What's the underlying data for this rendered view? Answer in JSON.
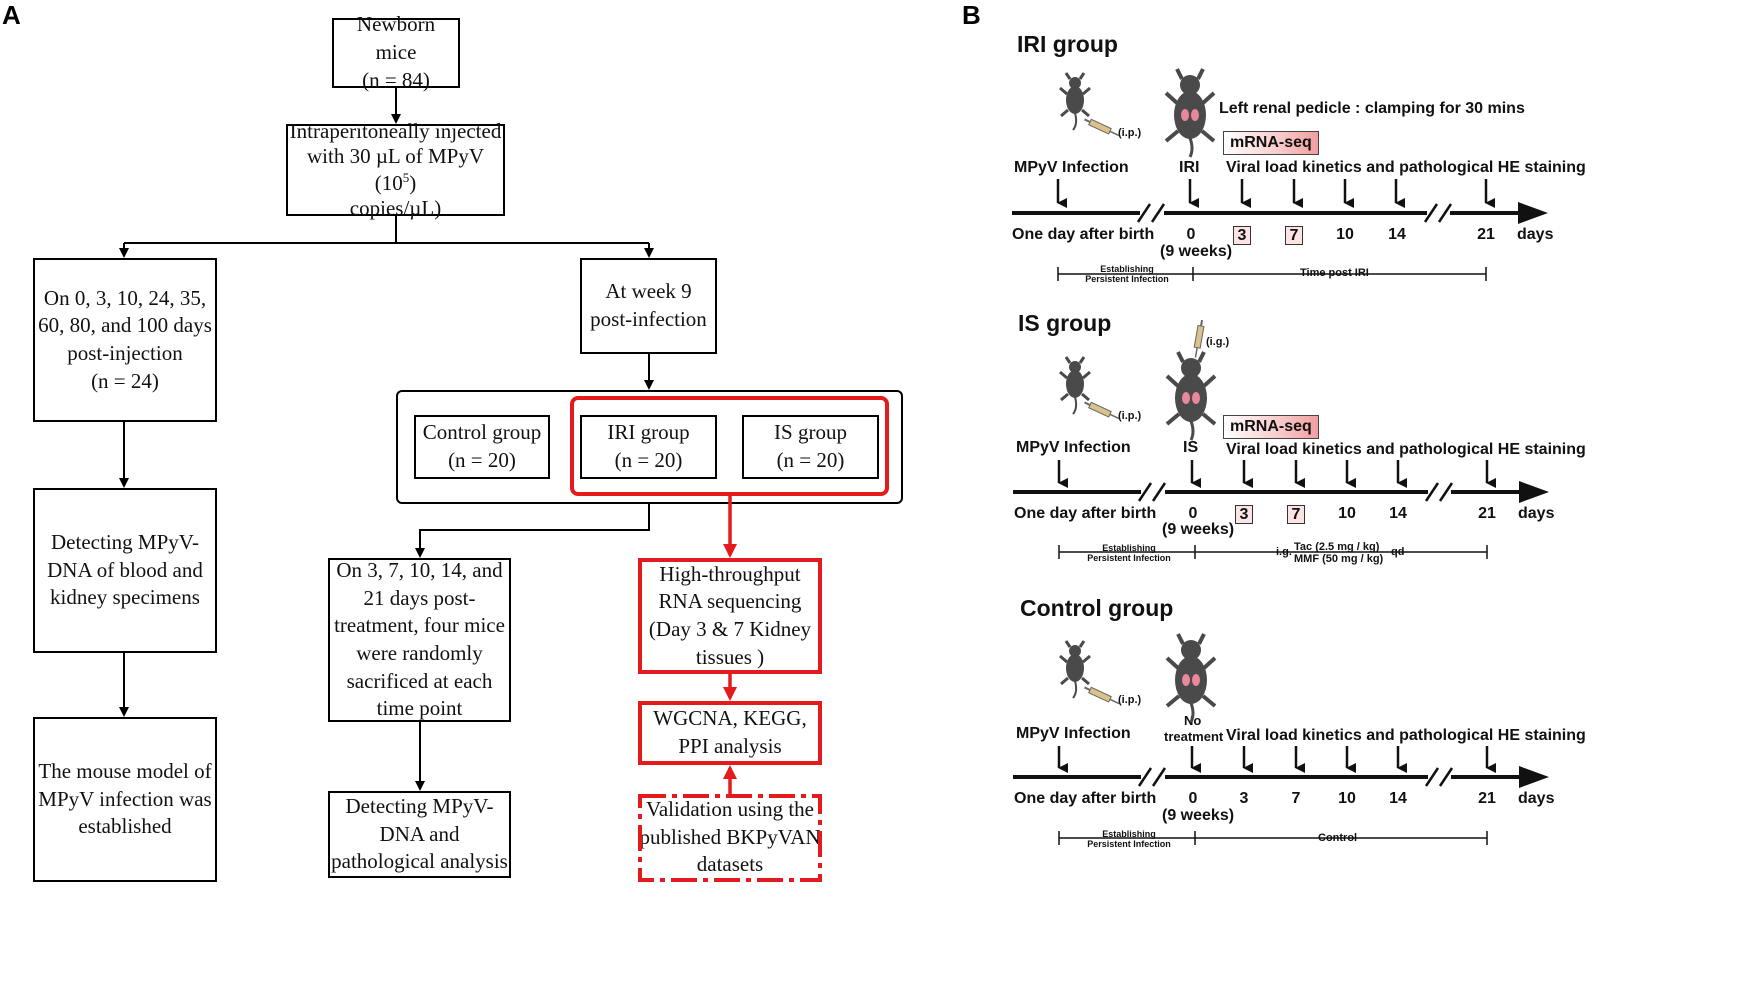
{
  "panel_a": {
    "letter": "A",
    "boxes": {
      "newborn": "Newborn mice\n(n = 84)",
      "injected_line1": "Intraperitoneally injected",
      "injected_line2_pre": "with 30 µL of MPyV (10",
      "injected_line2_sup": "5",
      "injected_line3": "copies/µL)",
      "days_post_injection": "On 0, 3, 10, 24, 35,\n60, 80, and 100 days\npost-injection\n(n = 24)",
      "week9": "At week 9\npost-infection",
      "control_group": "Control group\n(n = 20)",
      "iri_group": "IRI group\n(n = 20)",
      "is_group": "IS group\n(n = 20)",
      "detecting_blood": "Detecting MPyV-\nDNA of blood and\nkidney specimens",
      "model_established": "The mouse model of\nMPyV infection was\nestablished",
      "post_treatment": "On 3, 7, 10, 14, and\n21 days post-\ntreatment, four mice\nwere randomly\nsacrificed at each\ntime point",
      "detecting_path": "Detecting MPyV-\nDNA and\npathological analysis",
      "rna_seq": "High-throughput\nRNA sequencing\n(Day 3 & 7 Kidney\ntissues )",
      "wgcna": "WGCNA, KEGG,\nPPI analysis",
      "validation": "Validation using the\npublished BKPyVAN\ndatasets"
    }
  },
  "panel_b": {
    "letter": "B",
    "iri": {
      "title": "IRI group",
      "ip": "(i.p.)",
      "clamp": "Left renal pedicle : clamping for 30 mins",
      "mrna": "mRNA-seq",
      "infection": "MPyV Infection",
      "event": "IRI",
      "kinetics": "Viral load kinetics and pathological HE staining",
      "birth": "One day after birth",
      "day0": "0",
      "weeks": "(9 weeks)",
      "ticks": [
        "3",
        "7",
        "10",
        "14",
        "21"
      ],
      "unit": "days",
      "establishing": "Establishing\nPersistent Infection",
      "span_label": "Time post IRI"
    },
    "is": {
      "title": "IS group",
      "ig": "(i.g.)",
      "ip": "(i.p.)",
      "mrna": "mRNA-seq",
      "infection": "MPyV Infection",
      "event": "IS",
      "kinetics": "Viral load kinetics and pathological HE staining",
      "birth": "One day after birth",
      "day0": "0",
      "weeks": "(9 weeks)",
      "ticks": [
        "3",
        "7",
        "10",
        "14",
        "21"
      ],
      "unit": "days",
      "establishing": "Establishing\nPersistent Infection",
      "ig_short": "i.g.",
      "tac": "Tac (2.5 mg / kg)",
      "mmf": "MMF (50 mg / kg)",
      "qd": "qd"
    },
    "control": {
      "title": "Control group",
      "ip": "(i.p.)",
      "infection": "MPyV Infection",
      "event_line1": "No",
      "event_line2": "treatment",
      "kinetics": "Viral load kinetics and pathological HE staining",
      "birth": "One day after birth",
      "day0": "0",
      "weeks": "(9 weeks)",
      "ticks": [
        "3",
        "7",
        "10",
        "14",
        "21"
      ],
      "unit": "days",
      "establishing": "Establishing\nPersistent Infection",
      "span_label": "Control"
    }
  },
  "colors": {
    "red": "#e41a1c",
    "mouse": "#4a4a4a",
    "kidney": "#e8889a"
  }
}
